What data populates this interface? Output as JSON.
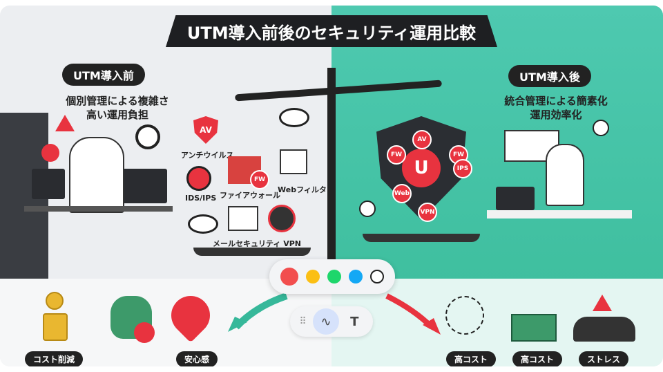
{
  "image": {
    "title": "UTM導入前後のセキュリティ運用比較",
    "before": {
      "heading": "UTM導入前",
      "desc_line1": "個別管理による複雑さ",
      "desc_line2": "高い運用負担",
      "icons": {
        "av": "AV",
        "antivirus": "アンチウイルス",
        "fw": "FW",
        "firewall": "ファイアウォール",
        "web_filter": "Webフィルタ",
        "ids_ips": "IDS/IPS",
        "mail_security": "メールセキュリティ",
        "vpn": "VPN"
      }
    },
    "after": {
      "heading": "UTM導入後",
      "desc_line1": "統合管理による簡素化",
      "desc_line2": "運用効率化",
      "shield_center": "U",
      "shield_chips": [
        "AV",
        "FW",
        "FW",
        "IPS",
        "Web",
        "VPN"
      ]
    },
    "bottom_labels": {
      "cost_reduction": "コスト削減",
      "peace_of_mind": "安心感",
      "high_cost_1": "高コスト",
      "high_cost_2": "高コスト",
      "stress": "ストレス"
    }
  },
  "color_picker": {
    "colors": [
      "#f24e4e",
      "#fbbf14",
      "#1ed66b",
      "#13a8f5",
      "#ffffff"
    ],
    "selected": "#f24e4e"
  },
  "tools": {
    "drag": "⠿",
    "draw": "∿",
    "text": "T",
    "active": "draw"
  }
}
